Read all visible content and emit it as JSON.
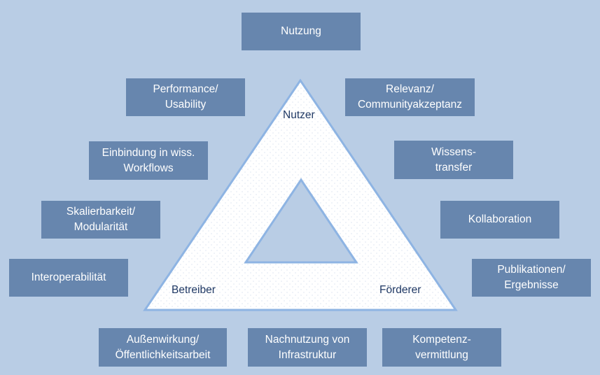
{
  "diagram": {
    "colors": {
      "background": "#b9cde5",
      "box_fill": "#6786ae",
      "box_text": "#ffffff",
      "triangle_stroke": "#8eb4e3",
      "triangle_fill": "#ffffff",
      "inner_triangle_fill": "#b9cde5",
      "vertex_text": "#1f3864"
    },
    "triangle": {
      "vertices": {
        "top": "Nutzer",
        "bottom_left": "Betreiber",
        "bottom_right": "Förderer"
      }
    },
    "boxes": {
      "top": "Nutzung",
      "performance": "Performance/\nUsability",
      "relevanz": "Relevanz/\nCommunityakzeptanz",
      "einbindung": "Einbindung in wiss.\nWorkflows",
      "wissenstransfer": "Wissens-\ntransfer",
      "skalierbarkeit": "Skalierbarkeit/\nModularität",
      "kollaboration": "Kollaboration",
      "interoperabilitaet": "Interoperabilität",
      "publikationen": "Publikationen/\nErgebnisse",
      "aussenwirkung": "Außenwirkung/\nÖffentlichkeitsarbeit",
      "nachnutzung": "Nachnutzung von\nInfrastruktur",
      "kompetenz": "Kompetenz-\nvermittlung"
    }
  }
}
